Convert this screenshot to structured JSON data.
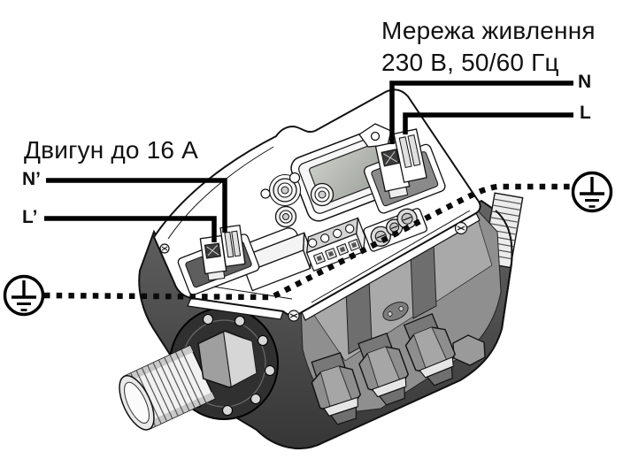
{
  "annotations": {
    "power_supply": {
      "line1": "Мережа живлення",
      "line2": "230 В, 50/60 Гц",
      "wires": [
        {
          "label": "N"
        },
        {
          "label": "L"
        }
      ]
    },
    "motor": {
      "label": "Двигун до 16 А",
      "wires": [
        {
          "label": "N’"
        },
        {
          "label": "L’"
        }
      ]
    },
    "grounding": {
      "icon": "protective-earth-icon",
      "connection_style": "dotted-line",
      "sides": [
        "left",
        "right"
      ]
    }
  },
  "colors": {
    "ink": "#111111",
    "paper": "#ffffff",
    "body_dark": "#3c3c3c",
    "body_mid": "#6e6e6e",
    "body_light": "#9a9a9a",
    "metal_light": "#ececec",
    "screen_gray": "#b4b8b2"
  }
}
